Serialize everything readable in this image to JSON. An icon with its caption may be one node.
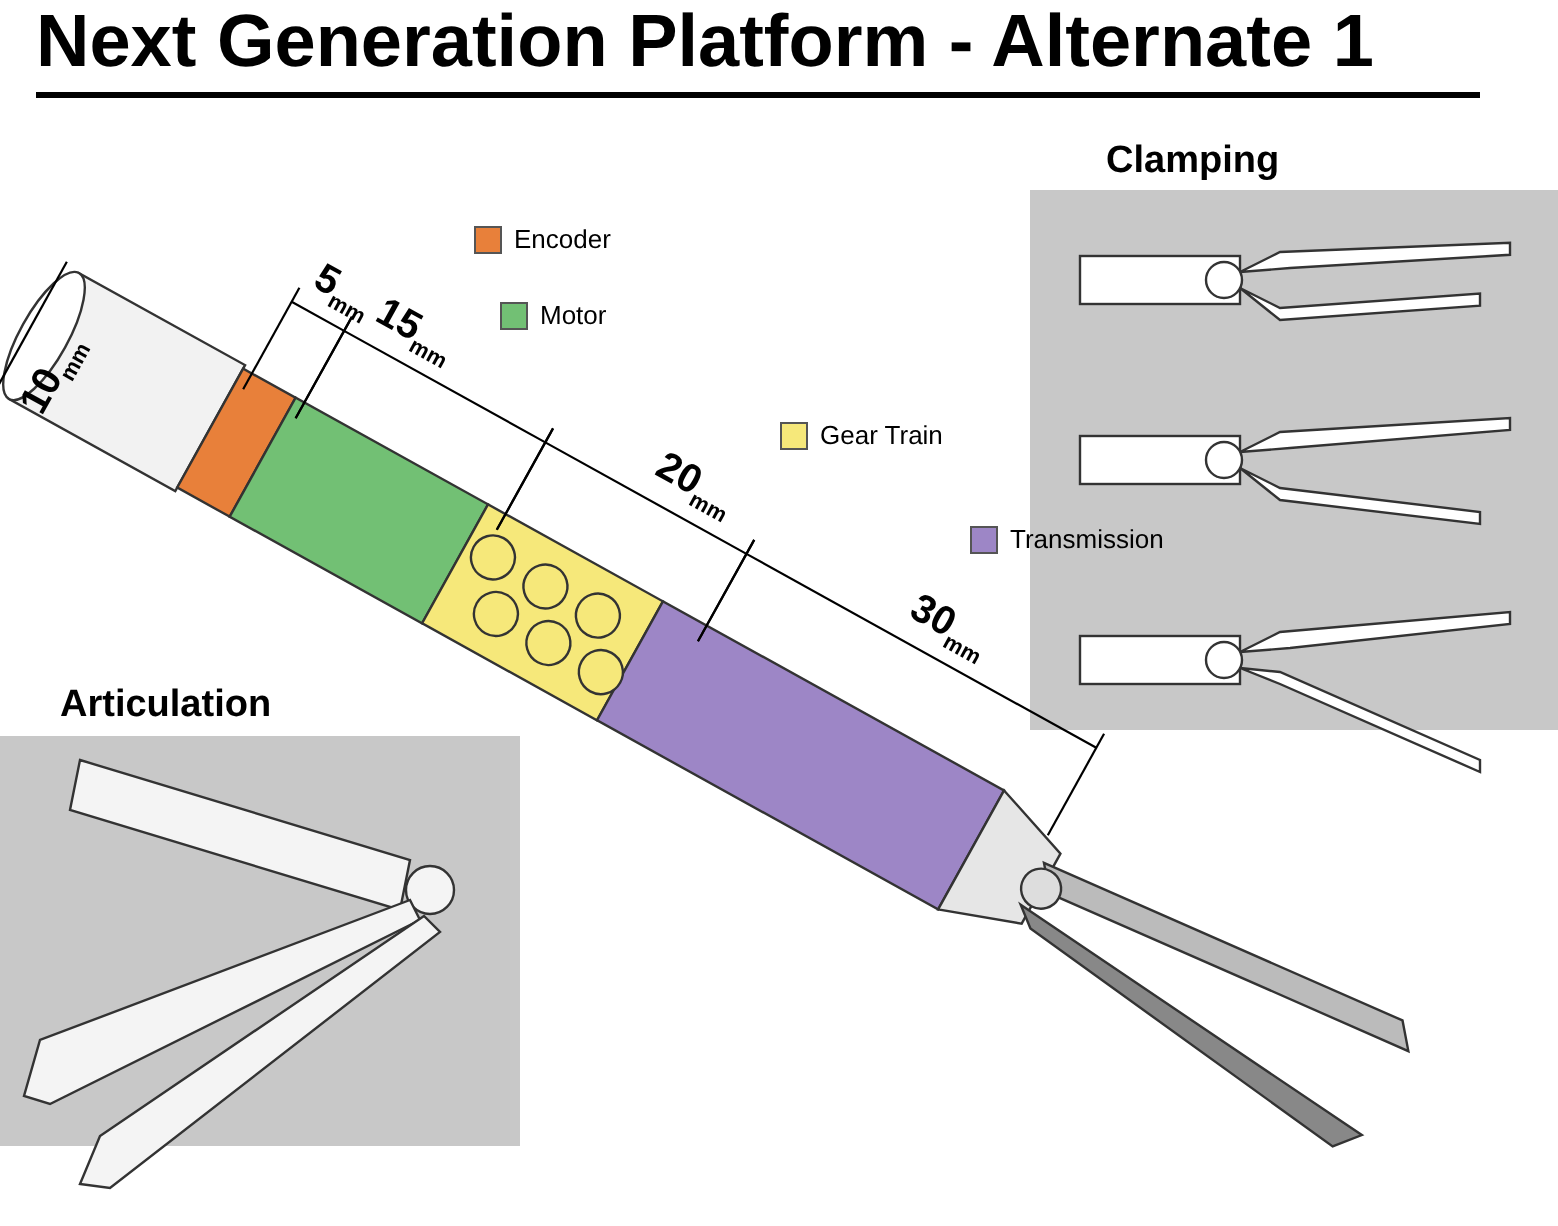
{
  "diagram": {
    "title": "Next Generation Platform - Alternate 1",
    "labels": [
      "Clamping",
      "10$_{mm}$",
      "5$_{mm}$",
      "15$_{mm}$",
      "20$_{mm}$",
      "30$_{mm}$",
      "Articulation"
    ],
    "legend": [
      {
        "text": "Encoder",
        "color": "#e8803a"
      },
      {
        "text": "Motor",
        "color": "#72c074"
      },
      {
        "text": "Gear Train",
        "color": "#f6e87a"
      },
      {
        "text": "Transmission",
        "color": "#9d86c6"
      }
    ]
  }
}
